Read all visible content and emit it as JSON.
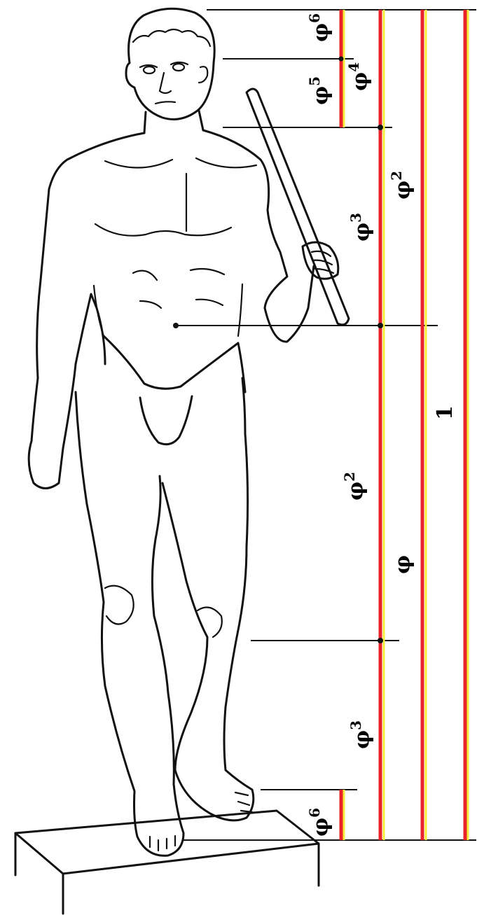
{
  "figure": {
    "subject": "Standing male figure (statue) holding a staff, on a plinth, with golden-ratio proportion bars",
    "colors": {
      "bar_red": "#e8232a",
      "bar_yellow": "#f7ee3a",
      "line_black": "#111111",
      "background": "#ffffff"
    }
  },
  "labels": {
    "total": "1",
    "phi": "φ",
    "phi2_upper": {
      "base": "φ",
      "exp": "2"
    },
    "phi2_lower": {
      "base": "φ",
      "exp": "2"
    },
    "phi3_upper": {
      "base": "φ",
      "exp": "3"
    },
    "phi3_lower": {
      "base": "φ",
      "exp": "3"
    },
    "phi4": {
      "base": "φ",
      "exp": "4"
    },
    "phi5": {
      "base": "φ",
      "exp": "5"
    },
    "phi6_top": {
      "base": "φ",
      "exp": "6"
    },
    "phi6_bottom": {
      "base": "φ",
      "exp": "6"
    }
  }
}
